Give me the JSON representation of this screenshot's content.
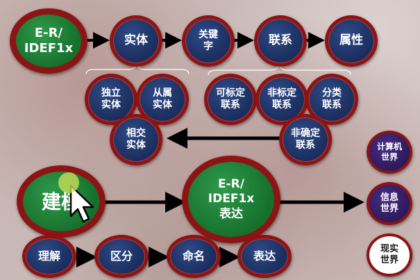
{
  "top_row": {
    "er_idef1x": "E-R/\nIDEF1x",
    "entity": "实体",
    "key": "关键\n字",
    "relation": "联系",
    "attribute": "属性"
  },
  "entity_types": {
    "independent": "独立\n实体",
    "dependent": "从属\n实体",
    "intersection": "相交\n实体"
  },
  "relation_types": {
    "identifying": "可标定\n联系",
    "non_identifying": "非标定\n联系",
    "classification": "分类\n联系",
    "non_specific": "非确定\n联系"
  },
  "middle_row": {
    "modeling": "建模",
    "er_expression": "E-R/\nIDEF1x\n表达"
  },
  "worlds": {
    "computer": "计算机\n世界",
    "information": "信息\n世界",
    "reality": "现实\n世界"
  },
  "bottom_row": {
    "understand": "理解",
    "distinguish": "区分",
    "name": "命名",
    "express": "表达"
  },
  "colors": {
    "node_blue": "#1a2d5c",
    "node_green": "#16702c",
    "node_purple": "#2d1a5a",
    "ring": "#8c1414",
    "arrow": "#000000"
  }
}
